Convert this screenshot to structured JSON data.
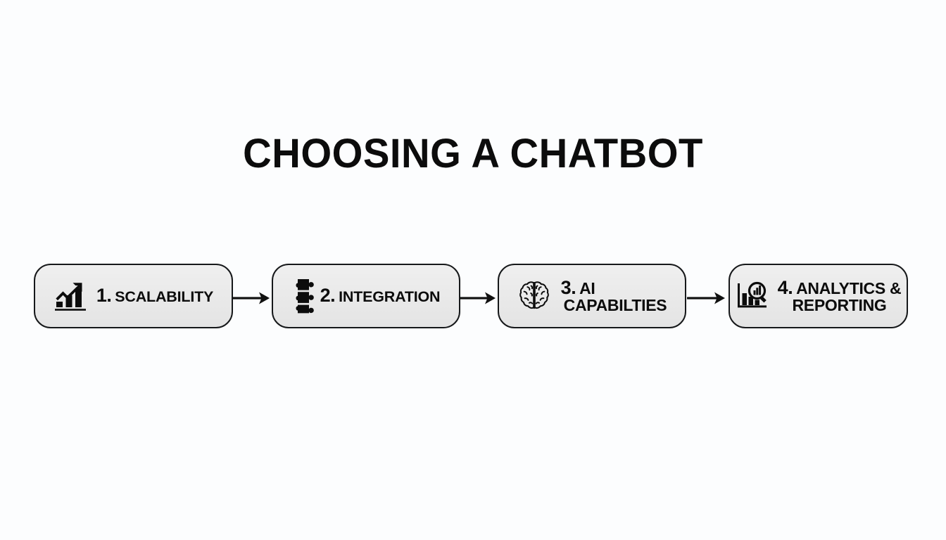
{
  "title": "CHOOSING A CHATBOT",
  "background_color": "#fcfdfe",
  "colors": {
    "box_fill": "#e9e9e9",
    "box_border": "#16181a",
    "text": "#0c0c0c",
    "arrow": "#111111"
  },
  "diagram": {
    "type": "horizontal-flow",
    "steps": [
      {
        "number": "1.",
        "label": "SCALABILITY",
        "label_lines": [
          "SCALABILITY"
        ],
        "icon": "bar-chart-growth-icon"
      },
      {
        "number": "2.",
        "label": "INTEGRATION",
        "label_lines": [
          "INTEGRATION"
        ],
        "icon": "puzzle-piece-icon"
      },
      {
        "number": "3.",
        "label": "AI CAPABILTIES",
        "label_lines": [
          "AI",
          "CAPABILTIES"
        ],
        "icon": "brain-icon"
      },
      {
        "number": "4.",
        "label": "ANALYTICS & REPORTING",
        "label_lines": [
          "ANALYTICS &",
          "REPORTING"
        ],
        "icon": "analytics-magnifier-icon"
      }
    ],
    "connectors": [
      {
        "name": "arrow-1",
        "from": "1",
        "to": "2",
        "glyph": "right-arrow-icon"
      },
      {
        "name": "arrow-2",
        "from": "2",
        "to": "3",
        "glyph": "right-arrow-icon"
      },
      {
        "name": "arrow-3",
        "from": "3",
        "to": "4",
        "glyph": "right-arrow-icon"
      }
    ]
  }
}
